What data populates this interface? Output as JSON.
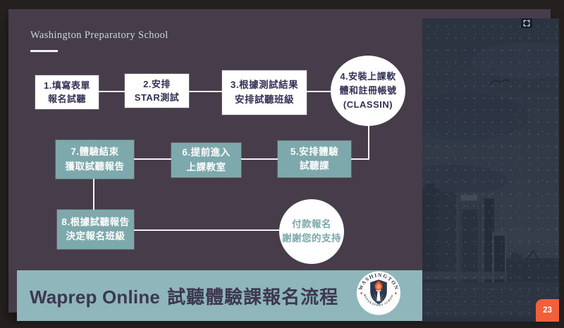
{
  "header": {
    "school_name": "Washington Preparatory School"
  },
  "flow": {
    "steps": [
      {
        "text": "1.填寫表單\n報名試聽"
      },
      {
        "text": "2.安排\nSTAR測試"
      },
      {
        "text": "3.根據測試結果\n安排試聽班級"
      },
      {
        "text": "4.安裝上課軟\n體和註冊帳號\n(CLASSIN)"
      },
      {
        "text": "5.安排體驗\n試聽課"
      },
      {
        "text": "6.提前進入\n上課教室"
      },
      {
        "text": "7.體驗結束\n獲取試聽報告"
      },
      {
        "text": "8.根據試聽報告\n決定報名班級"
      }
    ],
    "final_circle": {
      "text": "付款報名\n謝謝您的支持"
    }
  },
  "footer": {
    "title_en": "Waprep Online",
    "title_zh": "試聽體驗課報名流程",
    "logo": {
      "arc_top": "WASHINGTON",
      "arc_bottom": "PREPARATORY SCHOOL"
    }
  },
  "page": {
    "number": "23"
  },
  "icons": {
    "expand": "expand-icon"
  },
  "colors": {
    "slide_bg": "#473d4a",
    "box_text_navy": "#333156",
    "teal_box": "#7da9ac",
    "footer_bar": "#8fb6ba",
    "accent_orange": "#f1603b",
    "photo_navy": "#313947"
  }
}
